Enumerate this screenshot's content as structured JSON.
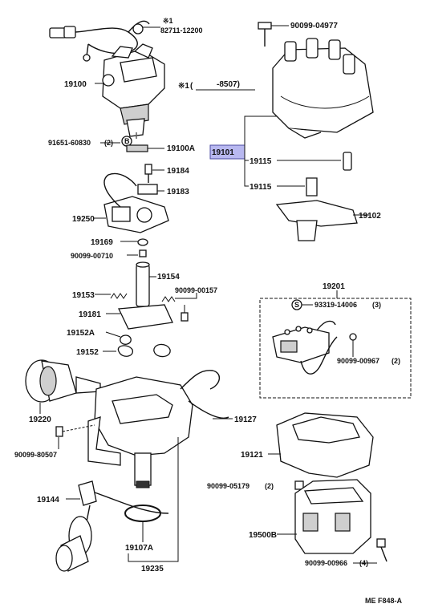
{
  "figure_code": "ME F848-A",
  "note": {
    "mark": "※1",
    "part": "82711-12200"
  },
  "production_note": {
    "mark": "※1",
    "open": "(",
    "date": "-8507)"
  },
  "callouts": {
    "p82711_mark": "※1",
    "p90099_04977": "90099-04977",
    "p19100": "19100",
    "p19101": "19101",
    "p91651_60830": "91651-60830",
    "qty2_a": "(2)",
    "ref_b": "B",
    "p19100A": "19100A",
    "p19115a": "19115",
    "p19115b": "19115",
    "p19184": "19184",
    "p19183": "19183",
    "p19250": "19250",
    "p19102": "19102",
    "p19169": "19169",
    "p90099_00710": "90099-00710",
    "p19154": "19154",
    "p19153": "19153",
    "p90099_00157": "90099-00157",
    "p19201": "19201",
    "p19181": "19181",
    "ref_s": "S",
    "p93319_14006": "93319-14006",
    "qty3": "(3)",
    "p19152A": "19152A",
    "p19152": "19152",
    "p90099_00967": "90099-00967",
    "qty2_b": "(2)",
    "p19220": "19220",
    "p19127": "19127",
    "p90099_80507": "90099-80507",
    "p19121": "19121",
    "p90099_05179": "90099-05179",
    "qty2_c": "(2)",
    "p19144": "19144",
    "p19500B": "19500B",
    "p19107A": "19107A",
    "p90099_00966": "90099-00966",
    "qty4": "(4)",
    "p19235": "19235"
  },
  "highlight_color": "#b8b8f0"
}
